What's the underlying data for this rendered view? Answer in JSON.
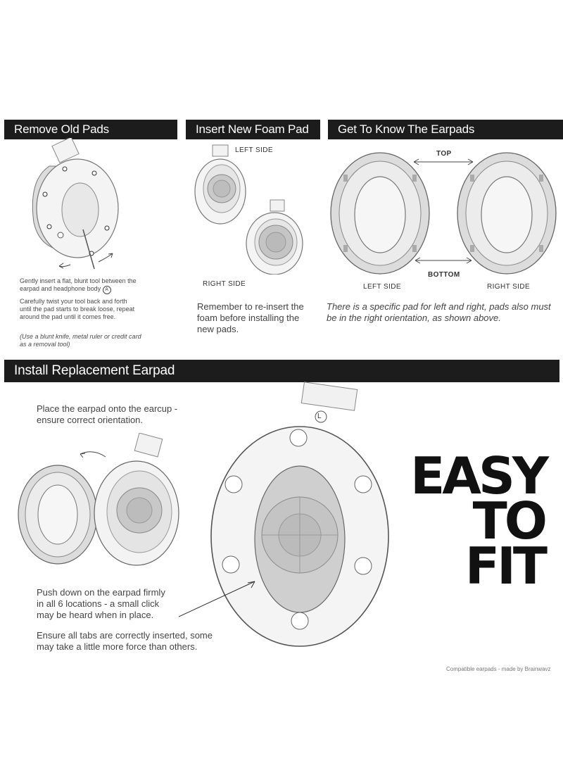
{
  "sections": {
    "remove": {
      "title": "Remove Old Pads",
      "step1": "Gently insert a flat, blunt tool between the earpad and headphone body",
      "step1_marker": "A",
      "step2": "Carefully twist your tool back and forth until the pad starts to break loose, repeat around the pad until it comes free.",
      "note": "(Use a blunt knife, metal ruler or credit card as a removal tool)"
    },
    "insert": {
      "title": "Insert New Foam Pad",
      "left_label": "LEFT SIDE",
      "right_label": "RIGHT SIDE",
      "caption": "Remember to re-insert the foam before installing the new pads."
    },
    "know": {
      "title": "Get To Know The Earpads",
      "top_label": "TOP",
      "bottom_label": "BOTTOM",
      "left_label": "LEFT SIDE",
      "right_label": "RIGHT SIDE",
      "caption": "There is a specific pad for left and right, pads also must be in the right orientation, as shown above."
    },
    "install": {
      "title": "Install Replacement Earpad",
      "place_text": "Place the earpad onto the earcup - ensure correct orientation.",
      "push_text": "Push down on the earpad firmly in all 6 locations - a small click may be heard when in place.",
      "tabs_text": "Ensure all tabs are correctly inserted, some may take a little more force than others.",
      "side_marker": "L"
    }
  },
  "badge": {
    "line1": "EASY",
    "line2": "TO",
    "line3": "FIT"
  },
  "footer": "Compatible earpads - made by Brainwavz"
}
